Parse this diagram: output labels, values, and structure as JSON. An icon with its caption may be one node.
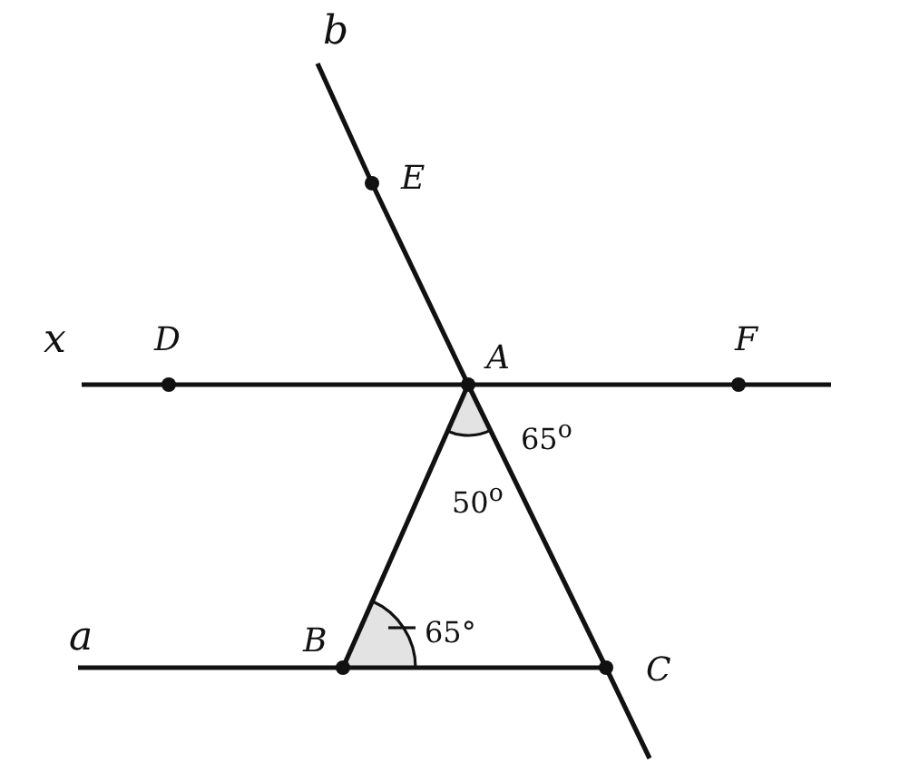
{
  "diagram": {
    "nodes": [
      {
        "text": [
          "E"
        ]
      },
      {
        "text": [
          "D"
        ]
      },
      {
        "text": [
          "A"
        ]
      },
      {
        "text": [
          "F"
        ]
      },
      {
        "text": [
          "B"
        ]
      },
      {
        "text": [
          "C"
        ]
      }
    ],
    "edges": [
      {
        "from": 1,
        "to": 2,
        "arrow": "none"
      },
      {
        "from": 2,
        "to": 3,
        "arrow": "none"
      },
      {
        "from": 0,
        "to": 2,
        "arrow": "none"
      },
      {
        "from": 2,
        "to": 5,
        "arrow": "none"
      },
      {
        "from": 2,
        "to": 4,
        "arrow": "none"
      },
      {
        "from": 4,
        "to": 5,
        "arrow": "none"
      }
    ],
    "labels": [
      "b",
      "x",
      "65$^{o}$",
      "50$^{o}$",
      "a",
      "65°"
    ]
  }
}
